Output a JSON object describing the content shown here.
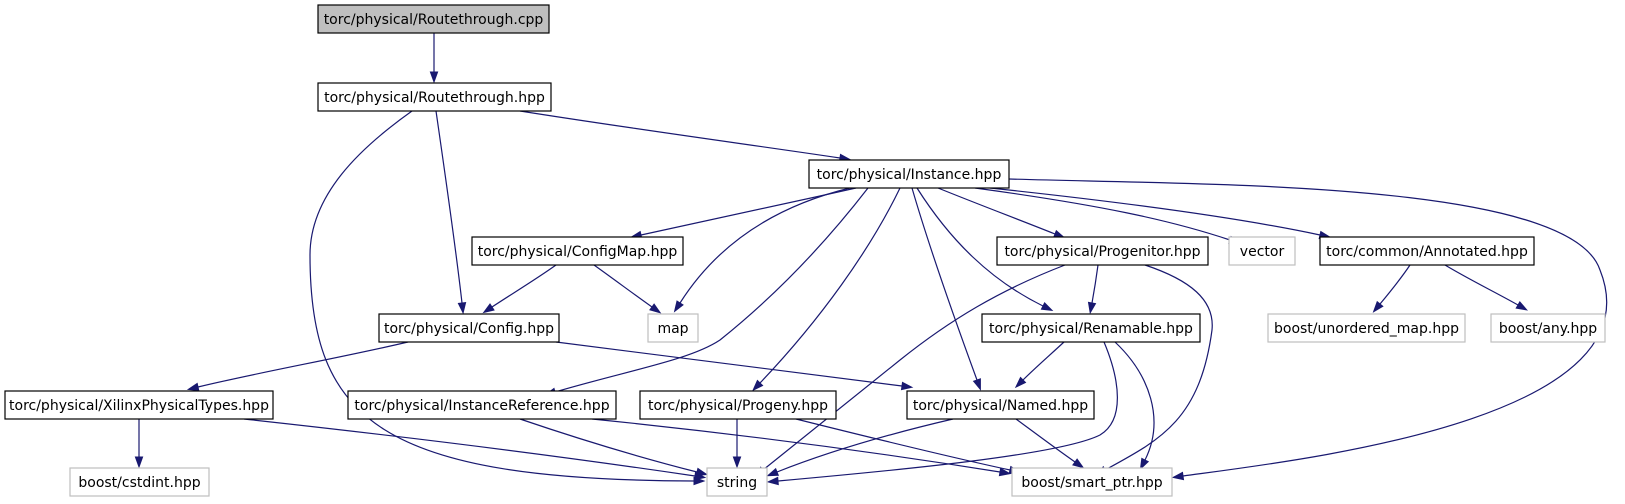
{
  "diagram": {
    "nodes": [
      {
        "id": "routethrough_cpp",
        "label": "torc/physical/Routethrough.cpp",
        "style": "root"
      },
      {
        "id": "routethrough_hpp",
        "label": "torc/physical/Routethrough.hpp",
        "style": "local"
      },
      {
        "id": "instance_hpp",
        "label": "torc/physical/Instance.hpp",
        "style": "local"
      },
      {
        "id": "configmap_hpp",
        "label": "torc/physical/ConfigMap.hpp",
        "style": "local"
      },
      {
        "id": "progenitor_hpp",
        "label": "torc/physical/Progenitor.hpp",
        "style": "local"
      },
      {
        "id": "vector",
        "label": "vector",
        "style": "external"
      },
      {
        "id": "annotated_hpp",
        "label": "torc/common/Annotated.hpp",
        "style": "local"
      },
      {
        "id": "config_hpp",
        "label": "torc/physical/Config.hpp",
        "style": "local"
      },
      {
        "id": "map",
        "label": "map",
        "style": "external"
      },
      {
        "id": "renamable_hpp",
        "label": "torc/physical/Renamable.hpp",
        "style": "local"
      },
      {
        "id": "unordered_map",
        "label": "boost/unordered_map.hpp",
        "style": "external"
      },
      {
        "id": "any_hpp",
        "label": "boost/any.hpp",
        "style": "external"
      },
      {
        "id": "xilinx_hpp",
        "label": "torc/physical/XilinxPhysicalTypes.hpp",
        "style": "local"
      },
      {
        "id": "instref_hpp",
        "label": "torc/physical/InstanceReference.hpp",
        "style": "local"
      },
      {
        "id": "progeny_hpp",
        "label": "torc/physical/Progeny.hpp",
        "style": "local"
      },
      {
        "id": "named_hpp",
        "label": "torc/physical/Named.hpp",
        "style": "local"
      },
      {
        "id": "cstdint",
        "label": "boost/cstdint.hpp",
        "style": "external"
      },
      {
        "id": "string",
        "label": "string",
        "style": "external"
      },
      {
        "id": "smart_ptr",
        "label": "boost/smart_ptr.hpp",
        "style": "external"
      }
    ],
    "edges": [
      {
        "from": "routethrough_cpp",
        "to": "routethrough_hpp"
      },
      {
        "from": "routethrough_hpp",
        "to": "instance_hpp"
      },
      {
        "from": "routethrough_hpp",
        "to": "config_hpp"
      },
      {
        "from": "routethrough_hpp",
        "to": "string"
      },
      {
        "from": "instance_hpp",
        "to": "configmap_hpp"
      },
      {
        "from": "instance_hpp",
        "to": "map"
      },
      {
        "from": "instance_hpp",
        "to": "instref_hpp"
      },
      {
        "from": "instance_hpp",
        "to": "progeny_hpp"
      },
      {
        "from": "instance_hpp",
        "to": "named_hpp"
      },
      {
        "from": "instance_hpp",
        "to": "renamable_hpp"
      },
      {
        "from": "instance_hpp",
        "to": "progenitor_hpp"
      },
      {
        "from": "instance_hpp",
        "to": "vector"
      },
      {
        "from": "instance_hpp",
        "to": "annotated_hpp"
      },
      {
        "from": "instance_hpp",
        "to": "smart_ptr"
      },
      {
        "from": "configmap_hpp",
        "to": "config_hpp"
      },
      {
        "from": "configmap_hpp",
        "to": "map"
      },
      {
        "from": "config_hpp",
        "to": "xilinx_hpp"
      },
      {
        "from": "config_hpp",
        "to": "named_hpp"
      },
      {
        "from": "progenitor_hpp",
        "to": "renamable_hpp"
      },
      {
        "from": "progenitor_hpp",
        "to": "string"
      },
      {
        "from": "progenitor_hpp",
        "to": "smart_ptr"
      },
      {
        "from": "annotated_hpp",
        "to": "unordered_map"
      },
      {
        "from": "annotated_hpp",
        "to": "any_hpp"
      },
      {
        "from": "renamable_hpp",
        "to": "named_hpp"
      },
      {
        "from": "renamable_hpp",
        "to": "string"
      },
      {
        "from": "renamable_hpp",
        "to": "smart_ptr"
      },
      {
        "from": "xilinx_hpp",
        "to": "cstdint"
      },
      {
        "from": "xilinx_hpp",
        "to": "string"
      },
      {
        "from": "instref_hpp",
        "to": "string"
      },
      {
        "from": "instref_hpp",
        "to": "smart_ptr"
      },
      {
        "from": "progeny_hpp",
        "to": "string"
      },
      {
        "from": "progeny_hpp",
        "to": "smart_ptr"
      },
      {
        "from": "named_hpp",
        "to": "string"
      },
      {
        "from": "named_hpp",
        "to": "smart_ptr"
      }
    ],
    "colors": {
      "edge": "#191970",
      "root_fill": "#bfbfbf",
      "local_border": "#000000",
      "external_border": "#bfbfbf",
      "text": "#000000"
    }
  }
}
